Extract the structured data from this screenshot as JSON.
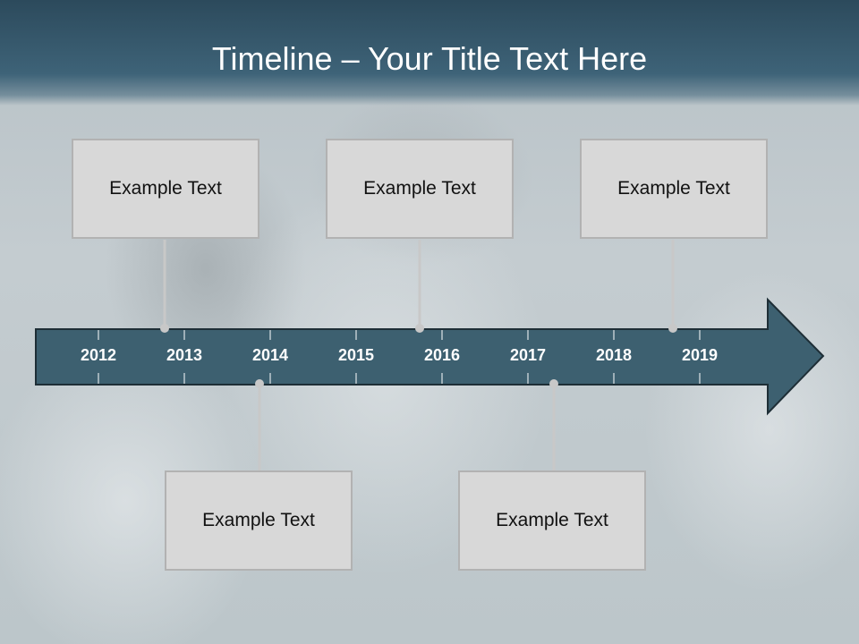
{
  "title": "Timeline – Your Title Text Here",
  "timeline": {
    "years": [
      "2012",
      "2013",
      "2014",
      "2015",
      "2016",
      "2017",
      "2018",
      "2019"
    ],
    "events_top": [
      {
        "text": "Example Text"
      },
      {
        "text": "Example Text"
      },
      {
        "text": "Example Text"
      }
    ],
    "events_bottom": [
      {
        "text": "Example Text"
      },
      {
        "text": "Example Text"
      }
    ]
  },
  "colors": {
    "header": "#2c4a5c",
    "arrow_fill": "#3d6070",
    "arrow_stroke": "#1e2e36",
    "box_fill": "#d8d8d8",
    "connector": "#c8c8c8"
  }
}
